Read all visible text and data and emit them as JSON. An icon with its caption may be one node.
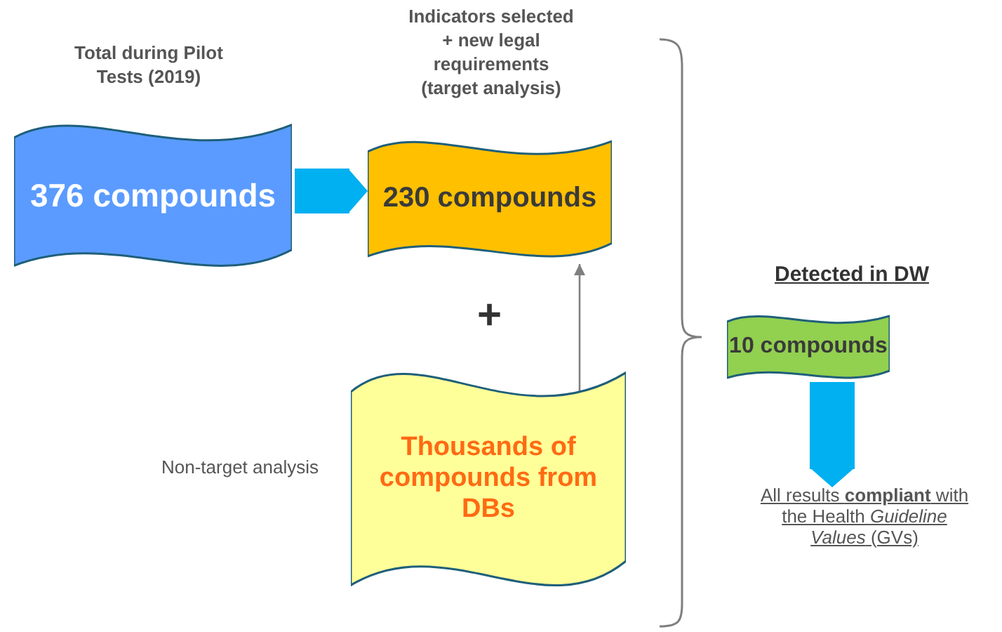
{
  "diagram": {
    "nodes": [
      {
        "text": [
          "376 compounds"
        ],
        "beside": [
          "Total during Pilot Tests (2019)"
        ]
      },
      {
        "text": [
          "230 compounds"
        ],
        "beside": [
          "Indicators selected + new legal requirements (target analysis)"
        ]
      },
      {
        "text": [
          "Thousands of compounds from DBs"
        ],
        "beside": [
          "Non-target analysis"
        ]
      },
      {
        "text": [
          "10 compounds"
        ],
        "beside": [
          "Detected in DW"
        ]
      },
      {
        "text": [
          "All results **compliant** with the Health *Guideline Values* (GVs)"
        ]
      }
    ],
    "edges": [
      {
        "from": 0,
        "to": 1,
        "arrow": "to",
        "style": "thick",
        "color": "#00b0f0"
      },
      {
        "from": 2,
        "to": 1,
        "arrow": "to",
        "color": "#7f7f7f"
      },
      {
        "from": 3,
        "to": 4,
        "arrow": "to",
        "style": "thick",
        "color": "#00b0f0"
      }
    ],
    "labels": [
      "+"
    ]
  }
}
